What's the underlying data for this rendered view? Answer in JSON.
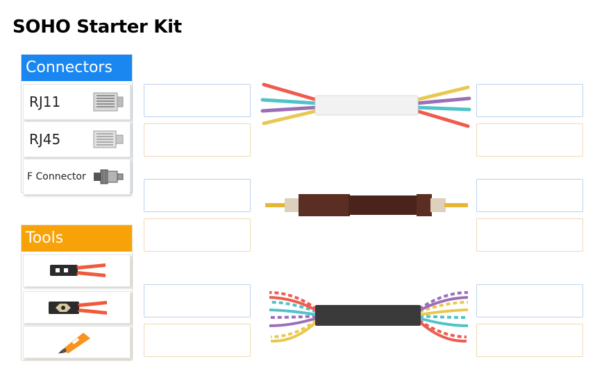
{
  "title": "SOHO Starter Kit",
  "connectors_panel": {
    "header": "Connectors",
    "items": [
      {
        "label": "RJ11",
        "icon": "rj11-connector-icon"
      },
      {
        "label": "RJ45",
        "icon": "rj45-connector-icon"
      },
      {
        "label": "F Connector",
        "icon": "f-connector-icon"
      }
    ]
  },
  "tools_panel": {
    "header": "Tools",
    "items": [
      {
        "icon": "crimper-tool-icon"
      },
      {
        "icon": "coax-crimper-tool-icon"
      },
      {
        "icon": "punch-down-tool-icon"
      }
    ]
  },
  "cables": [
    {
      "name": "telephone-cable",
      "wire_colors": [
        "#ef5b4f",
        "#4fc3c9",
        "#9b6fb8",
        "#e8c84e"
      ]
    },
    {
      "name": "coaxial-cable",
      "jacket_color": "#5a2e22",
      "core_color": "#e8b634"
    },
    {
      "name": "twisted-pair-cable",
      "jacket_color": "#3a3a3a"
    }
  ],
  "colors": {
    "connectors_header": "#1a86f0",
    "tools_header": "#f8a20a",
    "slot_connector_border": "#b9d3ec",
    "slot_tool_border": "#efd9b5"
  }
}
